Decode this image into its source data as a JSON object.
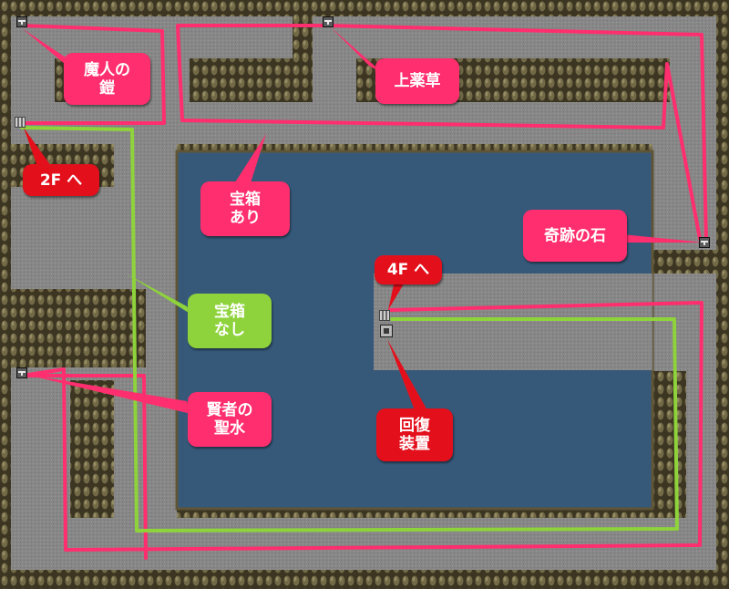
{
  "colors": {
    "rock": "#3b3522",
    "floor": "#878787",
    "water": "#36597a",
    "route_pink": "#ff2e6e",
    "route_green": "#8ed33b",
    "callout_red": "#e3101c"
  },
  "labels": {
    "majin_armor": "魔人の\n鎧",
    "herb": "上薬草",
    "to_2f": "2F へ",
    "chest_present": "宝箱\nあり",
    "miracle_stone": "奇跡の石",
    "to_4f": "4F へ",
    "no_chest": "宝箱\nなし",
    "sage_water": "賢者の\n聖水",
    "recovery_device": "回復\n装置"
  },
  "icons": {
    "chest": "treasure-chest-icon",
    "stairs": "stairs-icon",
    "recovery": "recovery-device-icon"
  }
}
